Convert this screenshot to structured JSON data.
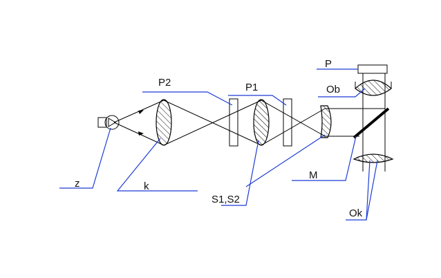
{
  "labels": {
    "z": "z",
    "k": "k",
    "s1s2": "S1,S2",
    "p2": "P2",
    "p1": "P1",
    "p": "P",
    "ob": "Ob",
    "m": "M",
    "ok": "Ok"
  },
  "colors": {
    "leader": "#1c3bd6",
    "ink": "#000000"
  }
}
